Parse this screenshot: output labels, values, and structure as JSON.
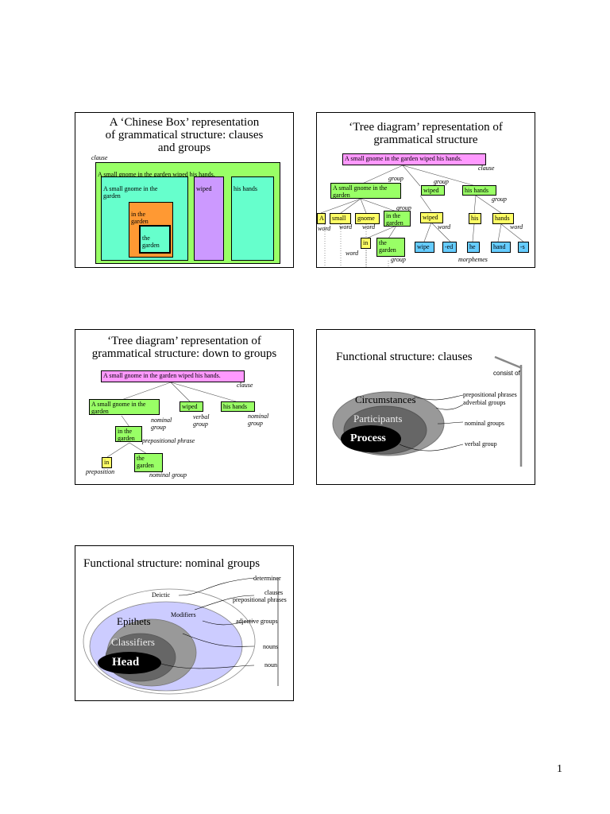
{
  "page_number": "1",
  "slide1": {
    "title": "A ‘Chinese Box’ representation\nof grammatical structure: clauses\nand groups",
    "clause_label": "clause",
    "clause_text": "A small gnome in the garden wiped his hands.",
    "group1": "A small gnome in the\ngarden",
    "group2": "wiped",
    "group3": "his hands",
    "inner1": "in the\ngarden",
    "inner2": "the\ngarden"
  },
  "slide2": {
    "title": "‘Tree diagram’ representation of\ngrammatical structure",
    "root": "A small gnome in the garden wiped his hands.",
    "clause_label": "clause",
    "g1": "A small gnome in the\ngarden",
    "g2": "wiped",
    "g3": "his hands",
    "group_label_a": "group",
    "group_label_b": "group",
    "group_label_c": "group",
    "group_label_d": "group",
    "group_label_e": "group",
    "w_a": "A",
    "w_small": "small",
    "w_gnome": "gnome",
    "w_inthe": "in the\ngarden",
    "w_wiped": "wiped",
    "w_his": "his",
    "w_hands": "hands",
    "word1": "word",
    "word2": "word",
    "word3": "word",
    "word4": "word",
    "word5": "word",
    "word6": "word",
    "w_in": "in",
    "w_thegarden": "the\ngarden",
    "m_wipe": "wipe",
    "m_ed": "-ed",
    "m_he": "he",
    "m_hand": "hand",
    "m_s": "-s",
    "morphemes": "morphemes"
  },
  "slide3": {
    "title": "‘Tree diagram’ representation of\ngrammatical structure: down to groups",
    "root": "A small gnome in the garden wiped his hands.",
    "clause_label": "clause",
    "g1": "A small gnome in the\ngarden",
    "g2": "wiped",
    "g3": "his hands",
    "nominal_group_1": "nominal\ngroup",
    "verbal_group": "verbal\ngroup",
    "nominal_group_2": "nominal\ngroup",
    "pp": "in the\ngarden",
    "pp_label": "prepositional phrase",
    "in": "in",
    "the_garden": "the\ngarden",
    "preposition": "preposition",
    "nominal_group_3": "nominal group"
  },
  "slide4": {
    "title": "Functional structure: clauses",
    "consist_of": "consist of",
    "circumstances": "Circumstances",
    "participants": "Participants",
    "process": "Process",
    "pp": "prepositional phrases",
    "adv": "adverbial groups",
    "ng": "nominal groups",
    "vg": "verbal group"
  },
  "slide5": {
    "title": "Functional structure: nominal groups",
    "determiner": "determiner",
    "deictic": "Deictic",
    "clauses": "clauses",
    "pp": "prepositional phrases",
    "modifiers": "Modifiers",
    "epithets": "Epithets",
    "adj": "adjective groups",
    "classifiers": "Classifiers",
    "nouns": "nouns",
    "head": "Head",
    "noun": "noun"
  }
}
